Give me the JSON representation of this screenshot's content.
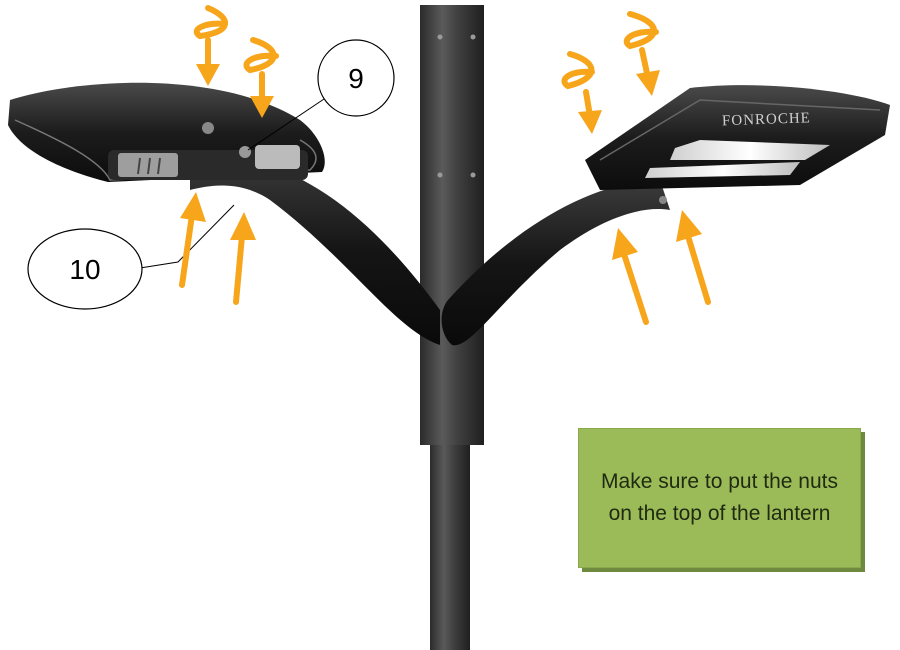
{
  "callouts": {
    "nut": "9",
    "bolt": "10"
  },
  "note": {
    "text": "Make sure to put the nuts on the top of the lantern"
  },
  "lantern_logo": "FONROCHE",
  "colors": {
    "arrow": "#f7a51b",
    "note_bg": "#9bbb59",
    "pole": "#3a3a3a",
    "lamp": "#1a1a1a"
  }
}
